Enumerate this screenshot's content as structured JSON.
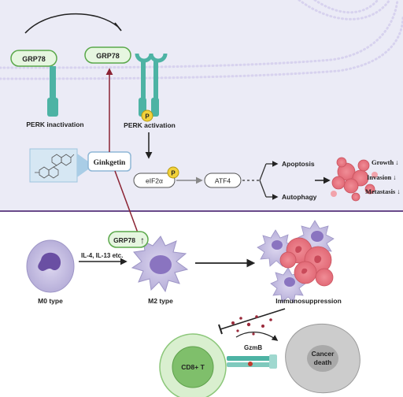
{
  "top_panel": {
    "grp78_inactive": "GRP78",
    "grp78_released": "GRP78",
    "perk_inactivation": "PERK inactivation",
    "perk_activation": "PERK  activation",
    "phospho_perk": "P",
    "drug": "Ginkgetin",
    "eif2a": "eIF2α",
    "phospho_eif2a": "P",
    "atf4": "ATF4",
    "apoptosis": "Apoptosis",
    "autophagy": "Autophagy",
    "outcomes": [
      "Growth ↓",
      "Invasion ↓",
      "Metastasis ↓"
    ]
  },
  "bottom_panel": {
    "m0_type": "M0 type",
    "stimulus": "IL-4, IL-13 etc.",
    "grp78_up": "GRP78",
    "up_arrow": "↑",
    "m2_type": "M2 type",
    "immunosuppression": "Immunosuppression",
    "cd8_t": "CD8+ T",
    "gzmb": "GzmB",
    "cancer_death_line1": "Cancer",
    "cancer_death_line2": "death"
  },
  "colors": {
    "background_top": "#e9e9f5",
    "background_bottom": "#ffffff",
    "divider": "#6a4b8a",
    "grp78_fill": "#e6f6e0",
    "grp78_stroke": "#5aa84a",
    "perk_teal": "#4db3a4",
    "phospho": "#f2d13a",
    "ginkgetin_arrow": "#8b2333",
    "macrophage": "#c6bfe2",
    "tumor": "#e5828c",
    "cd8": "#9fd08f",
    "cancer_cell": "#c9c9c9"
  }
}
